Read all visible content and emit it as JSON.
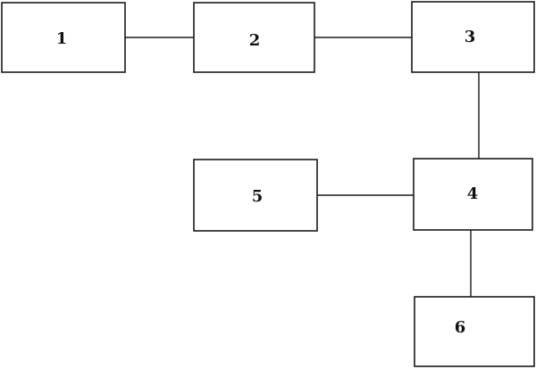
{
  "diagram": {
    "boxes": [
      {
        "id": "1",
        "label": "1"
      },
      {
        "id": "2",
        "label": "2"
      },
      {
        "id": "3",
        "label": "3"
      },
      {
        "id": "4",
        "label": "4"
      },
      {
        "id": "5",
        "label": "5"
      },
      {
        "id": "6",
        "label": "6"
      }
    ],
    "connections": [
      {
        "from": "1",
        "to": "2"
      },
      {
        "from": "2",
        "to": "3"
      },
      {
        "from": "3",
        "to": "4"
      },
      {
        "from": "5",
        "to": "4"
      },
      {
        "from": "4",
        "to": "6"
      }
    ]
  }
}
